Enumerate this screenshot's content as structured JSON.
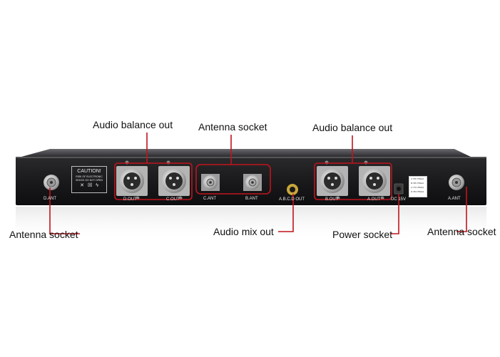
{
  "callouts": {
    "audio_balance_out_left": "Audio balance out",
    "antenna_socket_top": "Antenna socket",
    "audio_balance_out_right": "Audio balance out",
    "antenna_socket_left": "Antenna socket",
    "audio_mix_out": "Audio mix out",
    "power_socket": "Power socket",
    "antenna_socket_right": "Antenna socket"
  },
  "panel_labels": {
    "d_ant": "D.ANT",
    "d_out": "D.OUT",
    "c_out": "C.OUT",
    "c_ant": "C.ANT",
    "b_ant": "B.ANT",
    "mix_out": "A.B.C.D OUT",
    "b_out": "B.OUT",
    "a_out": "A.OUT",
    "dc": "DC 15V",
    "a_ant": "A.ANT"
  },
  "caution": {
    "title": "CAUTION!",
    "line1": "RISK OF ELECTRONIC",
    "line2": "SHOCK DO NOT OPEN"
  },
  "freq_label": [
    "A:756.75MHz",
    "B:795.75MHz",
    "C:770.75MHz",
    "D:783.75MHz"
  ],
  "colors": {
    "callout_line": "#c0141c",
    "chassis": "#1b1b1d",
    "background": "#ffffff"
  }
}
